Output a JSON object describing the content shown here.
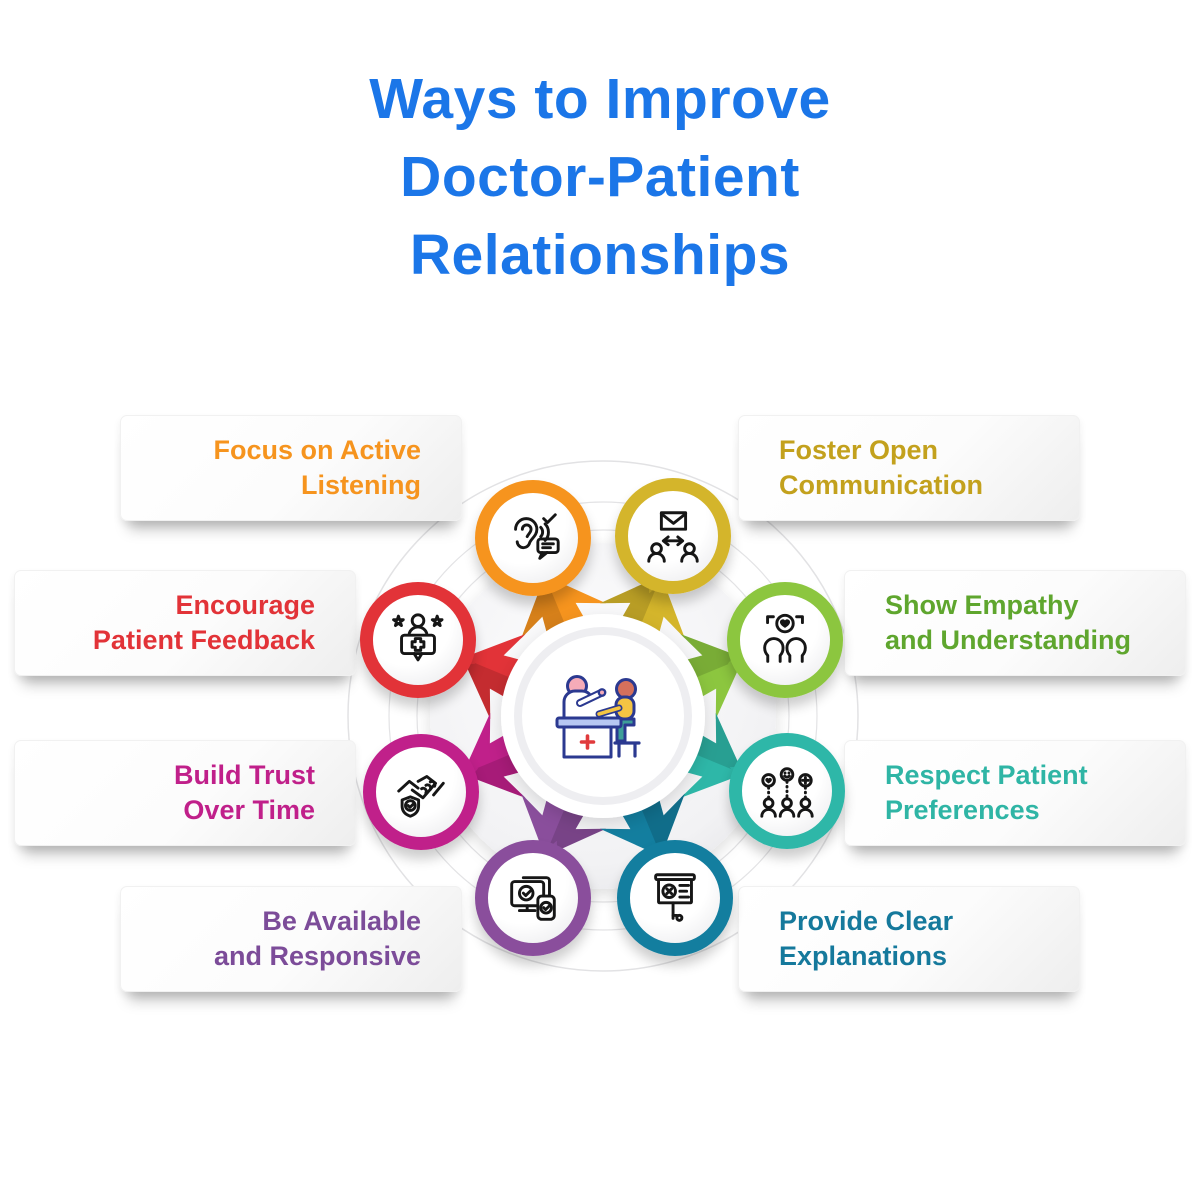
{
  "title": {
    "lines": [
      "Ways to Improve",
      "Doctor-Patient",
      "Relationships"
    ],
    "color": "#1B76E8"
  },
  "items": [
    {
      "id": "active-listening",
      "label": "Focus on Active Listening",
      "lines": [
        "Focus on Active",
        "Listening"
      ],
      "text_color": "#F6941E",
      "ring_color": "#F6941E",
      "icon": "ear-listening-icon"
    },
    {
      "id": "patient-feedback",
      "label": "Encourage Patient Feedback",
      "lines": [
        "Encourage",
        "Patient Feedback"
      ],
      "text_color": "#E23338",
      "ring_color": "#E23338",
      "icon": "patient-feedback-icon"
    },
    {
      "id": "build-trust",
      "label": "Build Trust Over Time",
      "lines": [
        "Build Trust",
        "Over Time"
      ],
      "text_color": "#C0208A",
      "ring_color": "#C0208A",
      "icon": "handshake-shield-icon"
    },
    {
      "id": "available-responsive",
      "label": "Be Available and Responsive",
      "lines": [
        "Be Available",
        "and Responsive"
      ],
      "text_color": "#7C4C99",
      "ring_color": "#8A4E9C",
      "icon": "devices-check-icon"
    },
    {
      "id": "open-communication",
      "label": "Foster Open Communication",
      "lines": [
        "Foster Open",
        "Communication"
      ],
      "text_color": "#C3A11D",
      "ring_color": "#D4B52B",
      "icon": "message-exchange-icon"
    },
    {
      "id": "empathy",
      "label": "Show Empathy and Understanding",
      "lines": [
        "Show Empathy",
        "and Understanding"
      ],
      "text_color": "#5FA62E",
      "ring_color": "#8CC63F",
      "icon": "empathy-heads-icon"
    },
    {
      "id": "patient-preferences",
      "label": "Respect Patient Preferences",
      "lines": [
        "Respect Patient",
        "Preferences"
      ],
      "text_color": "#2FB5A5",
      "ring_color": "#2EB7A8",
      "icon": "people-preferences-icon"
    },
    {
      "id": "clear-explanations",
      "label": "Provide Clear Explanations",
      "lines": [
        "Provide Clear",
        "Explanations"
      ],
      "text_color": "#15799C",
      "ring_color": "#137E9F",
      "icon": "presentation-board-icon"
    }
  ],
  "center": {
    "illustration": "doctor-patient-consultation"
  }
}
